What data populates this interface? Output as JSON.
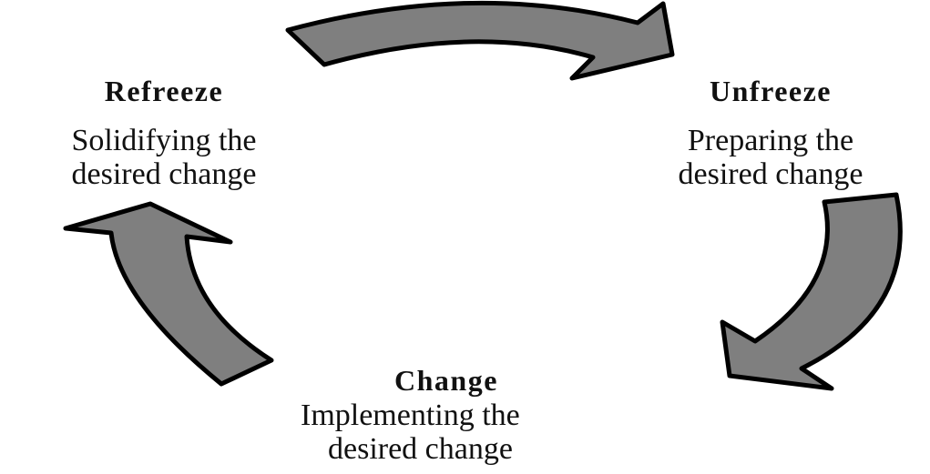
{
  "diagram": {
    "type": "cycle",
    "title": "",
    "colors": {
      "arrow_fill": "#7f7f7f",
      "arrow_stroke": "#000000",
      "text": "#111111",
      "background": "#ffffff"
    },
    "stages": [
      {
        "id": "unfreeze",
        "title": "Unfreeze",
        "description_line1": "Preparing the",
        "description_line2": "desired change"
      },
      {
        "id": "change",
        "title": "Change",
        "description_line1": "Implementing the",
        "description_line2": "desired change"
      },
      {
        "id": "refreeze",
        "title": "Refreeze",
        "description_line1": "Solidifying the",
        "description_line2": "desired change"
      }
    ],
    "arrows": [
      {
        "from": "refreeze",
        "to": "unfreeze",
        "direction": "clockwise",
        "icon": "curved-arrow-right"
      },
      {
        "from": "unfreeze",
        "to": "change",
        "direction": "clockwise",
        "icon": "curved-arrow-down-left"
      },
      {
        "from": "change",
        "to": "refreeze",
        "direction": "clockwise",
        "icon": "curved-arrow-up"
      }
    ]
  }
}
